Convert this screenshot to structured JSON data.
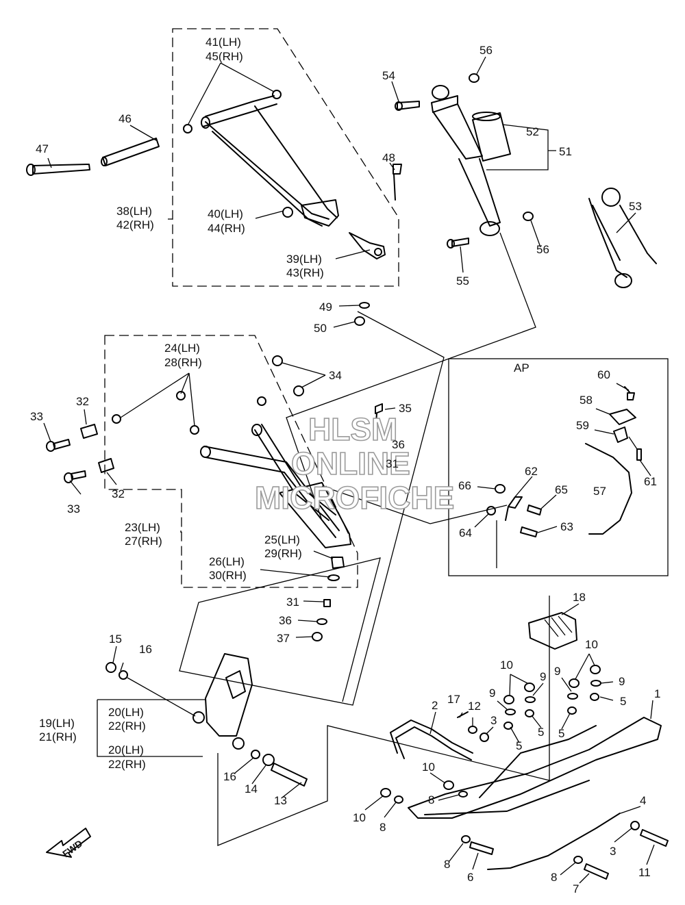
{
  "labels": {
    "p41": "41(LH)",
    "p45": "45(RH)",
    "p46": "46",
    "p47": "47",
    "p38": "38(LH)",
    "p42": "42(RH)",
    "p40": "40(LH)",
    "p44": "44(RH)",
    "p39": "39(LH)",
    "p43": "43(RH)",
    "p48": "48",
    "p49": "49",
    "p50": "50",
    "p54": "54",
    "p56a": "56",
    "p56b": "56",
    "p52": "52",
    "p51": "51",
    "p55": "55",
    "p53": "53",
    "p24": "24(LH)",
    "p28": "28(RH)",
    "p34": "34",
    "p33a": "33",
    "p33b": "33",
    "p32a": "32",
    "p32b": "32",
    "p35": "35",
    "p36a": "36",
    "p31a": "31",
    "p23": "23(LH)",
    "p27": "27(RH)",
    "p25": "25(LH)",
    "p29": "29(RH)",
    "p26": "26(LH)",
    "p30": "30(RH)",
    "p31b": "31",
    "p36b": "36",
    "p37": "37",
    "ap": "AP",
    "p60": "60",
    "p58": "58",
    "p59": "59",
    "p57": "57",
    "p61": "61",
    "p62": "62",
    "p66": "66",
    "p65": "65",
    "p64": "64",
    "p63": "63",
    "p15": "15",
    "p16a": "16",
    "p19": "19(LH)",
    "p21": "21(RH)",
    "p20a": "20(LH)",
    "p22a": "22(RH)",
    "p20b": "20(LH)",
    "p22b": "22(RH)",
    "p16b": "16",
    "p14": "14",
    "p13": "13",
    "p18": "18",
    "p10a": "10",
    "p10b": "10",
    "p9a": "9",
    "p9b": "9",
    "p9c": "9",
    "p9d": "9",
    "p5a": "5",
    "p5b": "5",
    "p5c": "5",
    "p5d": "5",
    "p1": "1",
    "p17": "17",
    "p12": "12",
    "p2": "2",
    "p3a": "3",
    "p10c": "10",
    "p8a": "8",
    "p10d": "10",
    "p8b": "8",
    "p4": "4",
    "p3b": "3",
    "p11": "11",
    "p8c": "8",
    "p6": "6",
    "p8d": "8",
    "p7": "7",
    "fwd": "FWD"
  },
  "watermark": {
    "line1": "HLSM",
    "line2": "ONLINE",
    "line3": "MICROFICHE"
  }
}
